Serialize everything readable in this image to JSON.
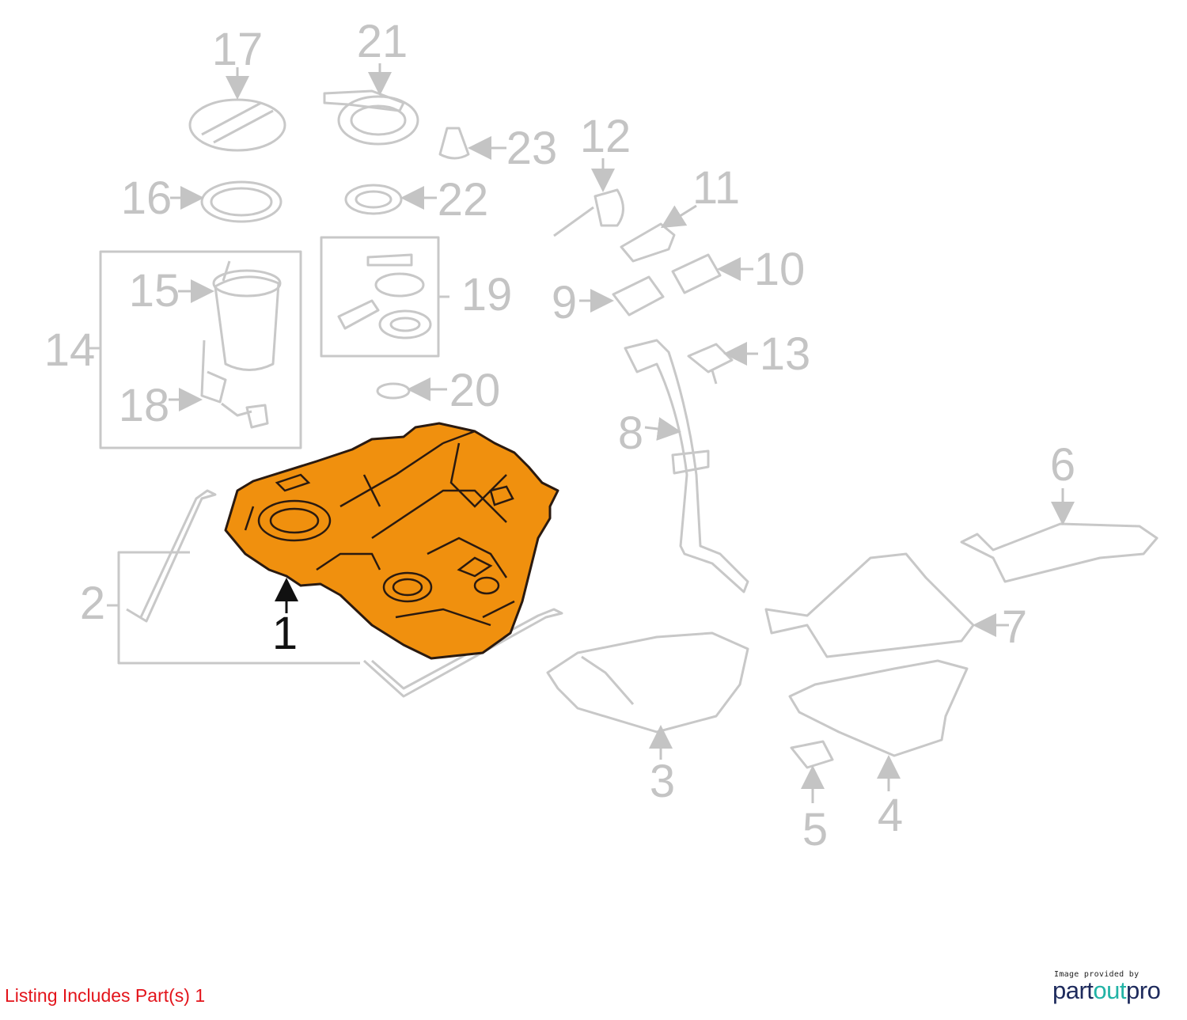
{
  "diagram": {
    "callouts": {
      "p1": "1",
      "p2": "2",
      "p3": "3",
      "p4": "4",
      "p5": "5",
      "p6": "6",
      "p7": "7",
      "p8": "8",
      "p9": "9",
      "p10": "10",
      "p11": "11",
      "p12": "12",
      "p13": "13",
      "p14": "14",
      "p15": "15",
      "p16": "16",
      "p17": "17",
      "p18": "18",
      "p19": "19",
      "p20": "20",
      "p21": "21",
      "p22": "22",
      "p23": "23"
    },
    "highlight_color": "#f0900e",
    "highlighted_part": "1"
  },
  "footer": {
    "listing_text": "Listing Includes Part(s) 1",
    "credit_text": "Image provided by",
    "brand_part1": "part",
    "brand_part2": "out",
    "brand_part3": "pro"
  }
}
